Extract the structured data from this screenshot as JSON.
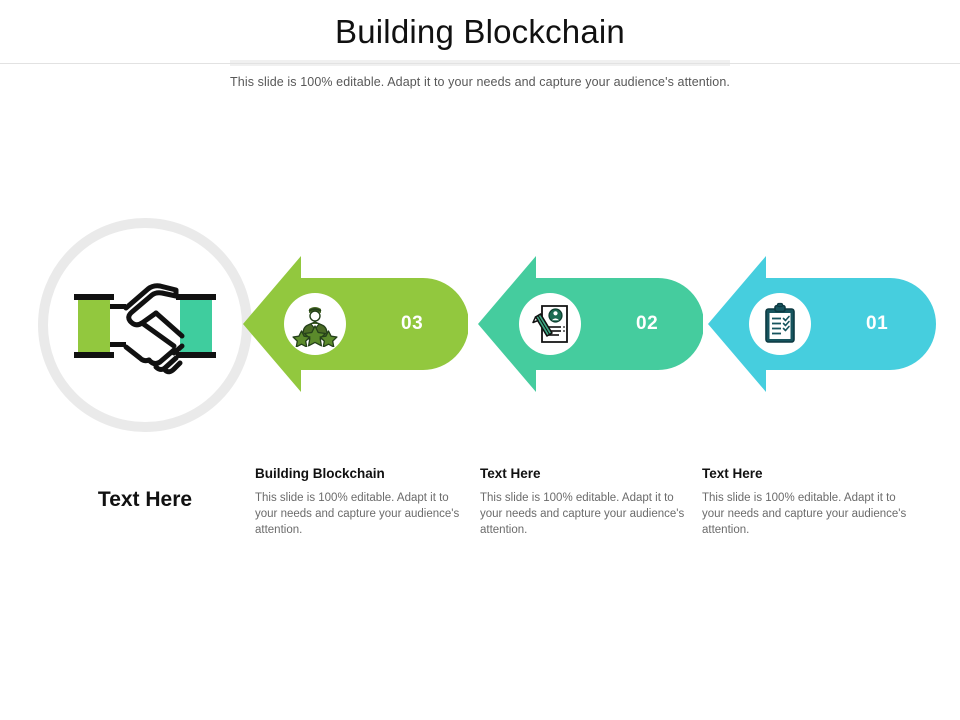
{
  "slide": {
    "title": "Building Blockchain",
    "subtitle": "This slide is 100% editable. Adapt it to your needs and capture your audience's attention."
  },
  "colors": {
    "green": "#92c83e",
    "teal": "#45cc9e",
    "cyan": "#46cede",
    "ring_gray": "#eaeaea",
    "icon_green_dark": "#4a6b25",
    "icon_teal_dark": "#1b6b52",
    "icon_cyan_dark": "#16545e",
    "handshake_left_cuff": "#92c83e",
    "handshake_right_cuff": "#3fcd9e",
    "title_color": "#111111",
    "body_color": "#6b6b6b"
  },
  "left_badge": {
    "icon": "handshake-icon",
    "label": "Text Here"
  },
  "steps": [
    {
      "number": "03",
      "color": "#92c83e",
      "icon": "person-three-stars-icon",
      "heading": "Building Blockchain",
      "body": "This slide is 100% editable. Adapt it to your needs and capture your audience's attention."
    },
    {
      "number": "02",
      "color": "#45cc9e",
      "icon": "resume-document-pencil-icon",
      "heading": "Text Here",
      "body": "This slide is 100% editable. Adapt it to your needs and capture your audience's attention."
    },
    {
      "number": "01",
      "color": "#46cede",
      "icon": "clipboard-checklist-icon",
      "heading": "Text Here",
      "body": "This slide is 100% editable. Adapt it to your needs and capture your audience's attention."
    }
  ]
}
